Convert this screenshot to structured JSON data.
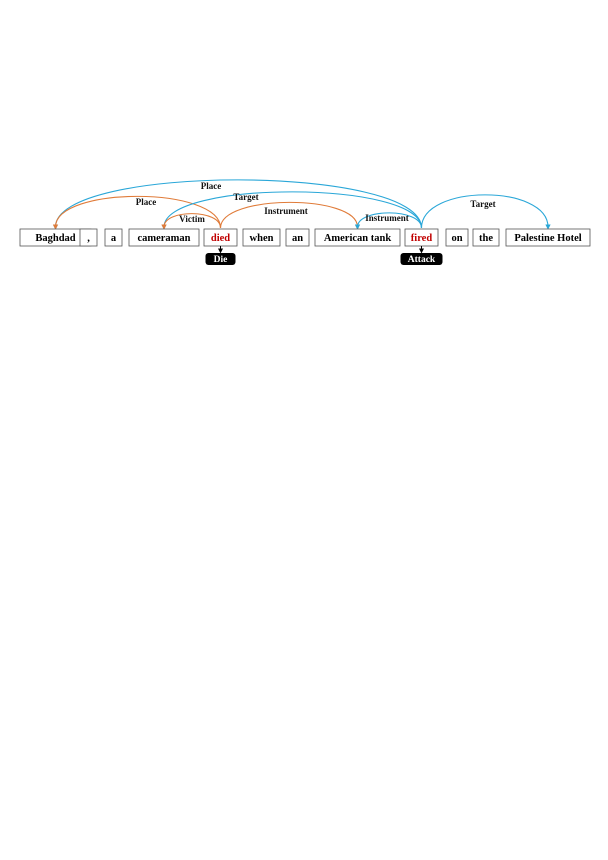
{
  "colors": {
    "trigger": "#c00000",
    "normal": "#000000",
    "die_arcs": "#e07b39",
    "attack_arcs": "#2aa7d8",
    "event_type_bg": "#000000",
    "event_type_text": "#ffffff"
  },
  "tokens": [
    {
      "id": "baghdad",
      "text": "Baghdad",
      "trigger": false
    },
    {
      "id": "comma",
      "text": ",",
      "trigger": false
    },
    {
      "id": "a",
      "text": "a",
      "trigger": false
    },
    {
      "id": "cameraman",
      "text": "cameraman",
      "trigger": false
    },
    {
      "id": "died",
      "text": "died",
      "trigger": true
    },
    {
      "id": "when",
      "text": "when",
      "trigger": false
    },
    {
      "id": "an",
      "text": "an",
      "trigger": false
    },
    {
      "id": "american-tank",
      "text": "American tank",
      "trigger": false
    },
    {
      "id": "fired",
      "text": "fired",
      "trigger": true
    },
    {
      "id": "on",
      "text": "on",
      "trigger": false
    },
    {
      "id": "the",
      "text": "the",
      "trigger": false
    },
    {
      "id": "palestine-hotel",
      "text": "Palestine Hotel",
      "trigger": false
    }
  ],
  "events": [
    {
      "trigger": "died",
      "type": "Die"
    },
    {
      "trigger": "fired",
      "type": "Attack"
    }
  ],
  "arguments": [
    {
      "from": "fired",
      "to": "baghdad",
      "role": "Place",
      "event": "Attack"
    },
    {
      "from": "died",
      "to": "baghdad",
      "role": "Place",
      "event": "Die"
    },
    {
      "from": "fired",
      "to": "cameraman",
      "role": "Target",
      "event": "Attack"
    },
    {
      "from": "died",
      "to": "cameraman",
      "role": "Victim",
      "event": "Die"
    },
    {
      "from": "died",
      "to": "american-tank",
      "role": "Instrument",
      "event": "Die"
    },
    {
      "from": "fired",
      "to": "american-tank",
      "role": "Instrument",
      "event": "Attack"
    },
    {
      "from": "fired",
      "to": "palestine-hotel",
      "role": "Target",
      "event": "Attack"
    }
  ]
}
